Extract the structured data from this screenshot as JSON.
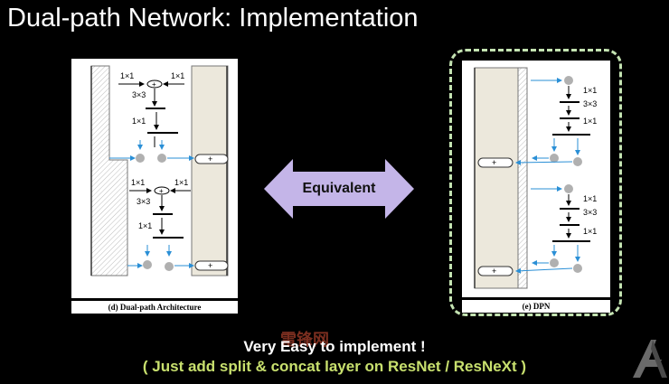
{
  "slide": {
    "title": "Dual-path Network: Implementation",
    "bottom_line1": "Very Easy to implement !",
    "bottom_line2": "( Just add split & concat layer on ResNet / ResNeXt )"
  },
  "left_panel": {
    "caption": "(d) Dual-path Architecture",
    "labels": [
      "1×1",
      "1×1",
      "3×3",
      "1×1",
      "+",
      "1×1",
      "1×1",
      "3×3",
      "1×1",
      "+"
    ]
  },
  "right_panel": {
    "caption": "(e) DPN",
    "labels": [
      "1×1",
      "3×3",
      "1×1",
      "+",
      "1×1",
      "3×3",
      "1×1",
      "+"
    ]
  },
  "equivalence_arrow": {
    "label": "Equivalent",
    "color": "#c4b5e8"
  },
  "watermark": {
    "text": "雷锋网"
  },
  "colors": {
    "frame": "#c4e3b2",
    "accent_blue": "#2a8fd6",
    "node_gray": "#b0b0b0"
  }
}
